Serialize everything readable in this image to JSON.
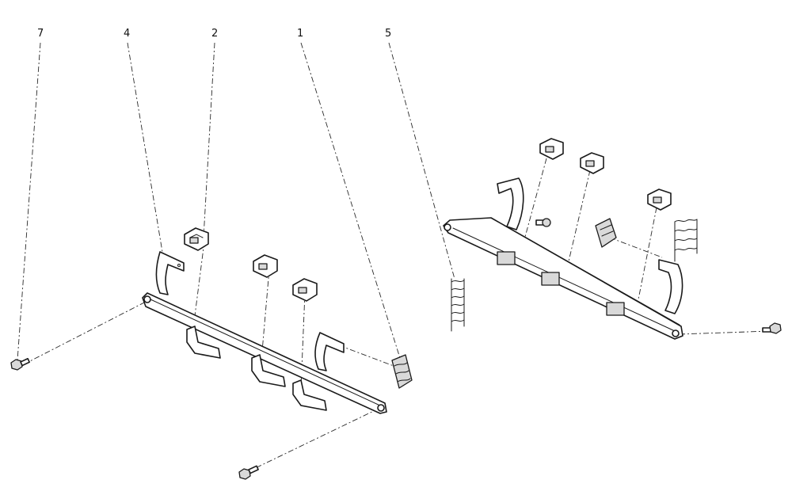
{
  "callouts": [
    {
      "id": "7",
      "label": "7"
    },
    {
      "id": "4",
      "label": "4"
    },
    {
      "id": "2",
      "label": "2"
    },
    {
      "id": "1",
      "label": "1"
    },
    {
      "id": "5",
      "label": "5"
    }
  ]
}
